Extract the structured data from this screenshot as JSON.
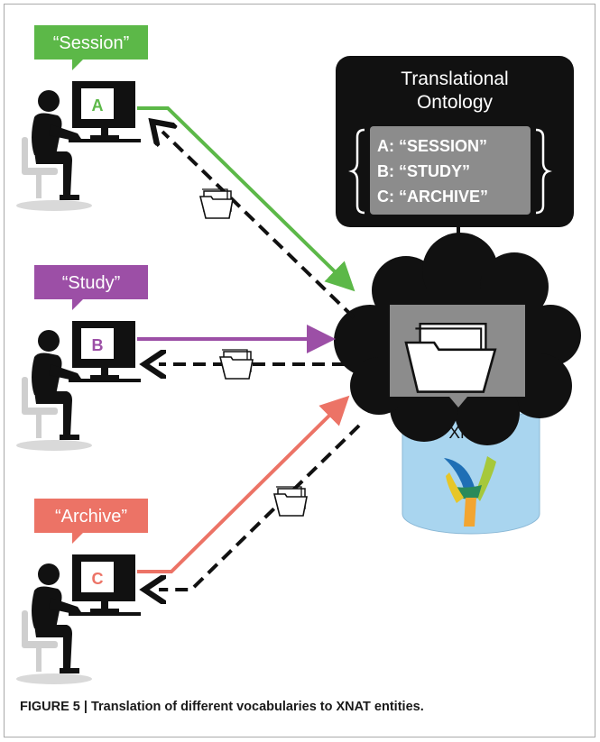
{
  "callouts": {
    "session": {
      "text": "“Session”",
      "color": "#5cb848"
    },
    "study": {
      "text": "“Study”",
      "color": "#9c4fa6"
    },
    "archive": {
      "text": "“Archive”",
      "color": "#ec7366"
    }
  },
  "monitors": {
    "a": {
      "letter": "A",
      "color": "#5cb848"
    },
    "b": {
      "letter": "B",
      "color": "#9c4fa6"
    },
    "c": {
      "letter": "C",
      "color": "#ec7366"
    }
  },
  "ontology": {
    "title_line1": "Translational",
    "title_line2": "Ontology",
    "entries": [
      "A: “SESSION”",
      "B: “STUDY”",
      "C: “ARCHIVE”"
    ]
  },
  "xnat": {
    "label": "XNAT"
  },
  "caption": "FIGURE 5 | Translation of different vocabularies to XNAT entities.",
  "colors": {
    "black": "#111111",
    "database": "#a9d5ef",
    "grey_box": "#8c8c8c"
  },
  "icons": [
    "person-at-computer-icon",
    "folder-icon",
    "xnat-logo-icon",
    "cloud-shape",
    "database-cylinder"
  ]
}
